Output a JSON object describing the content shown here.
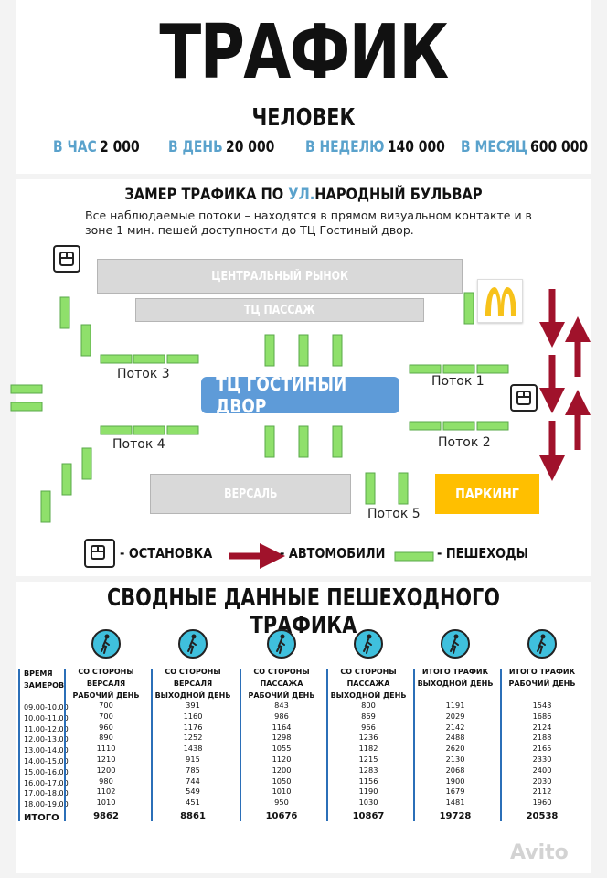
{
  "header": {
    "title": "ТРАФИК",
    "subtitle": "ЧЕЛОВЕК",
    "stats": [
      {
        "label": "В ЧАС",
        "value": "2 000"
      },
      {
        "label": "В ДЕНЬ",
        "value": "20 000"
      },
      {
        "label": "В НЕДЕЛЮ",
        "value": "140 000"
      },
      {
        "label": "В МЕСЯЦ",
        "value": "600 000"
      }
    ]
  },
  "map": {
    "title_pre": "ЗАМЕР ТРАФИКА ПО ",
    "title_hl": "УЛ.",
    "title_post": "НАРОДНЫЙ БУЛЬВАР",
    "description": "Все наблюдаемые потоки – находятся в прямом визуальном контакте и в зоне 1 мин. пешей доступности до ТЦ Гостиный двор.",
    "buildings": {
      "central_market": "ЦЕНТРАЛЬНЫЙ РЫНОК",
      "passage": "ТЦ ПАССАЖ",
      "gostiny": "ТЦ ГОСТИНЫЙ ДВОР",
      "versal": "ВЕРСАЛЬ",
      "parking": "ПАРКИНГ"
    },
    "flows": {
      "f1": "Поток 1",
      "f2": "Поток 2",
      "f3": "Поток 3",
      "f4": "Поток 4",
      "f5": "Поток 5"
    },
    "colors": {
      "pedestrian": "#8fe06b",
      "car": "#a0122b",
      "accent": "#5aa2cc",
      "gostiny": "#5e9bd8",
      "parking": "#ffbf00"
    }
  },
  "legend": {
    "stop": "- ОСТАНОВКА",
    "cars": "- АВТОМОБИЛИ",
    "pedestrians": "- ПЕШЕХОДЫ"
  },
  "summary": {
    "title": "СВОДНЫЕ ДАННЫЕ ПЕШЕХОДНОГО ТРАФИКА",
    "time_header": "ВРЕМЯ\nЗАМЕРОВ",
    "times": [
      "09.00-10.00",
      "10.00-11.00",
      "11.00-12.00",
      "12.00-13.00",
      "13.00-14.00",
      "14.00-15.00",
      "15.00-16.00",
      "16.00-17.00",
      "17.00-18.00",
      "18.00-19.00"
    ],
    "total_label": "ИТОГО",
    "columns": [
      {
        "header": "СО СТОРОНЫ ВЕРСАЛЯ\nРАБОЧИЙ ДЕНЬ",
        "values": [
          "700",
          "700",
          "960",
          "890",
          "1110",
          "1210",
          "1200",
          "980",
          "1102",
          "1010"
        ],
        "total": "9862"
      },
      {
        "header": "СО СТОРОНЫ ВЕРСАЛЯ\nВЫХОДНОЙ ДЕНЬ",
        "values": [
          "391",
          "1160",
          "1176",
          "1252",
          "1438",
          "915",
          "785",
          "744",
          "549",
          "451"
        ],
        "total": "8861"
      },
      {
        "header": "СО СТОРОНЫ ПАССАЖА\nРАБОЧИЙ ДЕНЬ",
        "values": [
          "843",
          "986",
          "1164",
          "1298",
          "1055",
          "1120",
          "1200",
          "1050",
          "1010",
          "950"
        ],
        "total": "10676"
      },
      {
        "header": "СО СТОРОНЫ ПАССАЖА\nВЫХОДНОЙ ДЕНЬ",
        "values": [
          "800",
          "869",
          "966",
          "1236",
          "1182",
          "1215",
          "1283",
          "1156",
          "1190",
          "1030"
        ],
        "total": "10867"
      },
      {
        "header": "ИТОГО ТРАФИК\nВЫХОДНОЙ ДЕНЬ",
        "values": [
          "1191",
          "2029",
          "2142",
          "2488",
          "2620",
          "2130",
          "2068",
          "1900",
          "1679",
          "1481"
        ],
        "total": "19728"
      },
      {
        "header": "ИТОГО ТРАФИК\nРАБОЧИЙ ДЕНЬ",
        "values": [
          "1543",
          "1686",
          "2124",
          "2188",
          "2165",
          "2330",
          "2400",
          "2030",
          "2112",
          "1960"
        ],
        "total": "20538"
      }
    ]
  }
}
